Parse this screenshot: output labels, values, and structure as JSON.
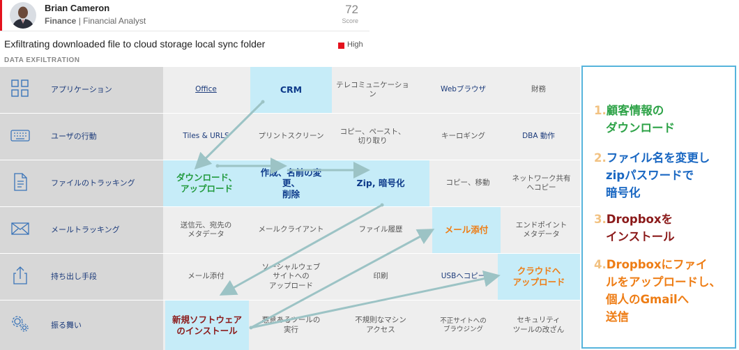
{
  "alert": {
    "user_name": "Brian Cameron",
    "department": "Finance",
    "role_separator": "|",
    "role": "Financial Analyst",
    "score": "72",
    "score_label": "Score",
    "title": "Exfiltrating downloaded file to cloud storage local sync folder",
    "severity": "High",
    "severity_color": "#e4121d",
    "category": "DATA EXFILTRATION"
  },
  "matrix": {
    "rows": [
      {
        "label": "アプリケーション",
        "icon": "grid-icon",
        "cells": [
          "Office",
          "CRM",
          "テレコミュニケーション",
          "Webブラウザ",
          "財務"
        ]
      },
      {
        "label": "ユーザの行動",
        "icon": "keyboard-icon",
        "cells": [
          "Tiles & URLS",
          "プリントスクリーン",
          "コピー、ペースト、\n切り取り",
          "キーロギング",
          "DBA 動作"
        ]
      },
      {
        "label": "ファイルのトラッキング",
        "icon": "document-icon",
        "cells": [
          "ダウンロード、\nアップロード",
          "作成、名前の変更、\n削除",
          "Zip, 暗号化",
          "コピー、移動",
          "ネットワーク共有\nへコピー"
        ]
      },
      {
        "label": "メールトラッキング",
        "icon": "envelope-icon",
        "cells": [
          "送信元、宛先の\nメタデータ",
          "メールクライアント",
          "ファイル履歴",
          "メール添付",
          "エンドポイント\nメタデータ"
        ]
      },
      {
        "label": "持ち出し手段",
        "icon": "share-icon",
        "cells": [
          "メール添付",
          "ソーシャルウェブ\nサイトへの\nアップロード",
          "印刷",
          "USBへコピー",
          "クラウドへ\nアップロード"
        ]
      },
      {
        "label": "振る舞い",
        "icon": "gears-icon",
        "cells": [
          "新規ソフトウェア\nのインストール",
          "悪意あるツールの\n実行",
          "不規則なマシン\nアクセス",
          "不正サイトへの\nブラウジング",
          "セキュリティ\nツールの改ざん"
        ]
      }
    ],
    "colors": {
      "highlight": "#c6ecf8",
      "arrow": "#9cc3c5",
      "step1": "#2ea348",
      "step2": "#1967c2",
      "step3": "#8b1a1a",
      "step4": "#ee7d15"
    }
  },
  "steps": [
    {
      "num": "1.",
      "lines": [
        "顧客情報の",
        "ダウンロード"
      ]
    },
    {
      "num": "2.",
      "lines": [
        "ファイル名を変更し",
        "zipパスワードで",
        "暗号化"
      ]
    },
    {
      "num": "3.",
      "lines": [
        "Dropboxを",
        "インストール"
      ]
    },
    {
      "num": "4.",
      "lines": [
        "Dropboxにファイ",
        "ルをアップロードし、",
        "個人のGmailへ",
        "送信"
      ]
    }
  ]
}
